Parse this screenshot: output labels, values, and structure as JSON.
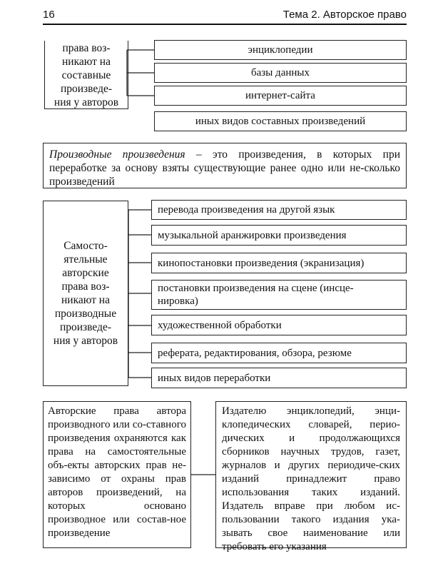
{
  "header": {
    "page_number": "16",
    "running_title": "Тема 2. Авторское право"
  },
  "composite": {
    "left_label": "права воз-\nникают на\nсоставные\nпроизведе-\nния у авторов",
    "items": [
      "энциклопедии",
      "базы данных",
      "интернет-сайта",
      "иных видов составных произведений"
    ]
  },
  "definition": {
    "term": "Производные произведения",
    "text": " – это произведения, в которых при переработке за основу взяты существующие ранее одно или не-сколько произведений"
  },
  "derivative": {
    "left_label": "Самосто-\nятельные\nавторские\nправа воз-\nникают на\nпроизводные\nпроизведе-\nния у авторов",
    "items": [
      "перевода произведения на другой язык",
      "музыкальной аранжировки произведения",
      "кинопостановки произведения (экранизация)",
      "постановки произведения на сцене (инсце-\nнировка)",
      "художественной обработки",
      "реферата, редактирования, обзора, резюме",
      "иных видов переработки"
    ]
  },
  "bottom": {
    "left_text": "Авторские права автора производного или со-ставного произведения охраняются как права на самостоятельные объ-екты авторских прав не-зависимо от охраны прав авторов произведений, на которых основано производное или состав-ное произведение",
    "right_text": "Издателю энциклопедий, энци-клопедических словарей, перио-дических и продолжающихся сборников научных трудов, газет, журналов и других периодиче-ских изданий принадлежит право использования таких изданий. Издатель вправе при любом ис-пользовании такого издания ука-зывать свое наименование или требовать его указания"
  }
}
